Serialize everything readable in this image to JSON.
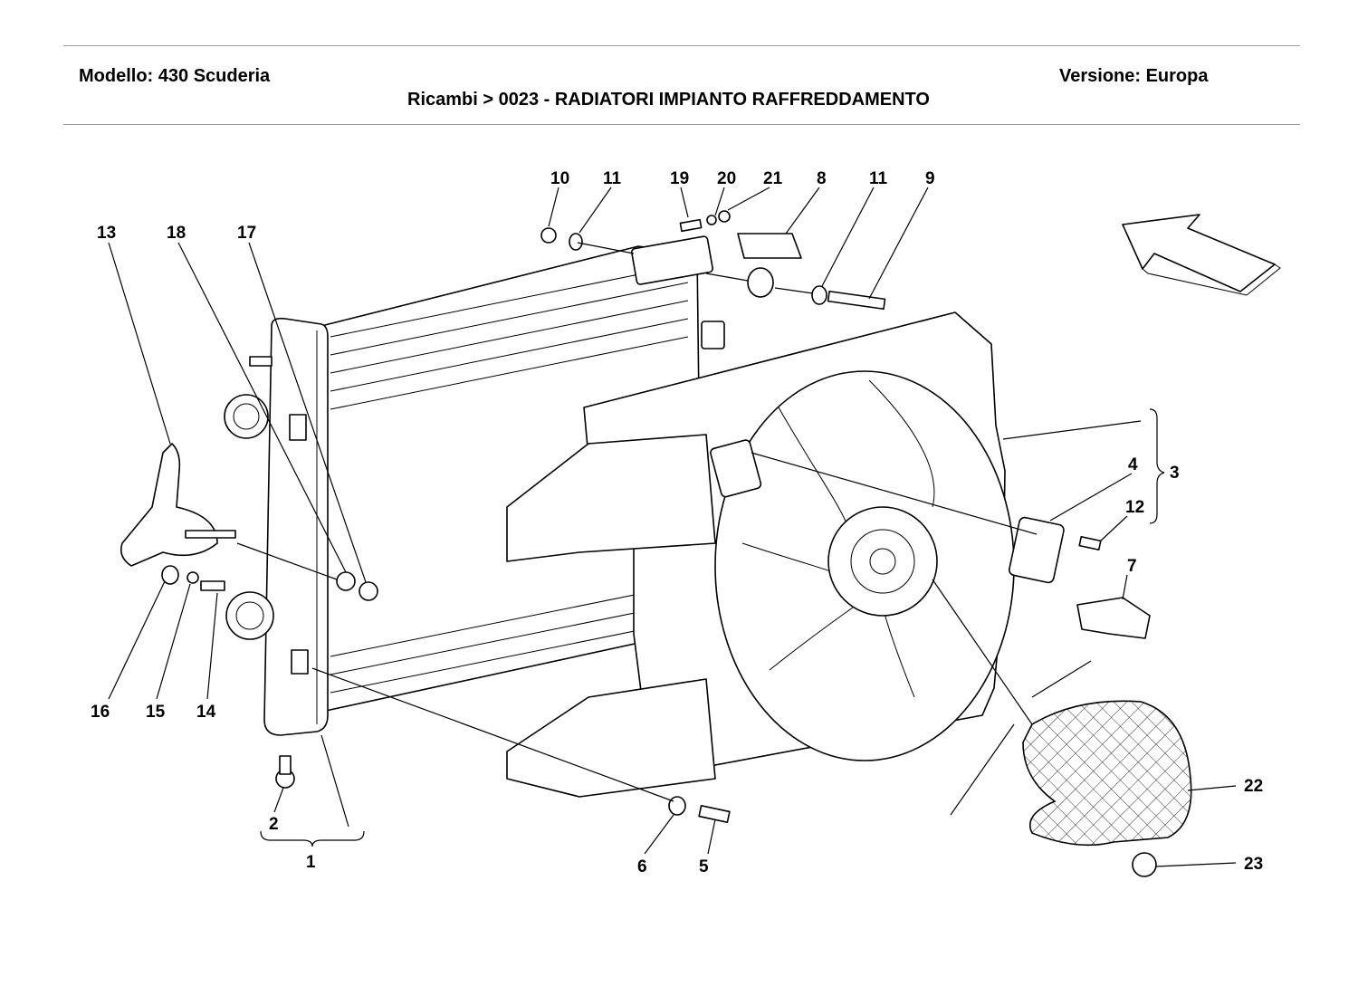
{
  "header": {
    "model": "Modello: 430 Scuderia",
    "version": "Versione: Europa",
    "breadcrumb": "Ricambi > 0023 - RADIATORI IMPIANTO RAFFREDDAMENTO"
  },
  "callouts": [
    {
      "id": "c10",
      "text": "10"
    },
    {
      "id": "c11a",
      "text": "11"
    },
    {
      "id": "c19",
      "text": "19"
    },
    {
      "id": "c20",
      "text": "20"
    },
    {
      "id": "c21",
      "text": "21"
    },
    {
      "id": "c8",
      "text": "8"
    },
    {
      "id": "c11b",
      "text": "11"
    },
    {
      "id": "c9",
      "text": "9"
    },
    {
      "id": "c13",
      "text": "13"
    },
    {
      "id": "c18",
      "text": "18"
    },
    {
      "id": "c17",
      "text": "17"
    },
    {
      "id": "c4",
      "text": "4"
    },
    {
      "id": "c3",
      "text": "3"
    },
    {
      "id": "c12",
      "text": "12"
    },
    {
      "id": "c7",
      "text": "7"
    },
    {
      "id": "c16",
      "text": "16"
    },
    {
      "id": "c15",
      "text": "15"
    },
    {
      "id": "c14",
      "text": "14"
    },
    {
      "id": "c2",
      "text": "2"
    },
    {
      "id": "c1",
      "text": "1"
    },
    {
      "id": "c6",
      "text": "6"
    },
    {
      "id": "c5",
      "text": "5"
    },
    {
      "id": "c22",
      "text": "22"
    },
    {
      "id": "c23",
      "text": "23"
    }
  ]
}
